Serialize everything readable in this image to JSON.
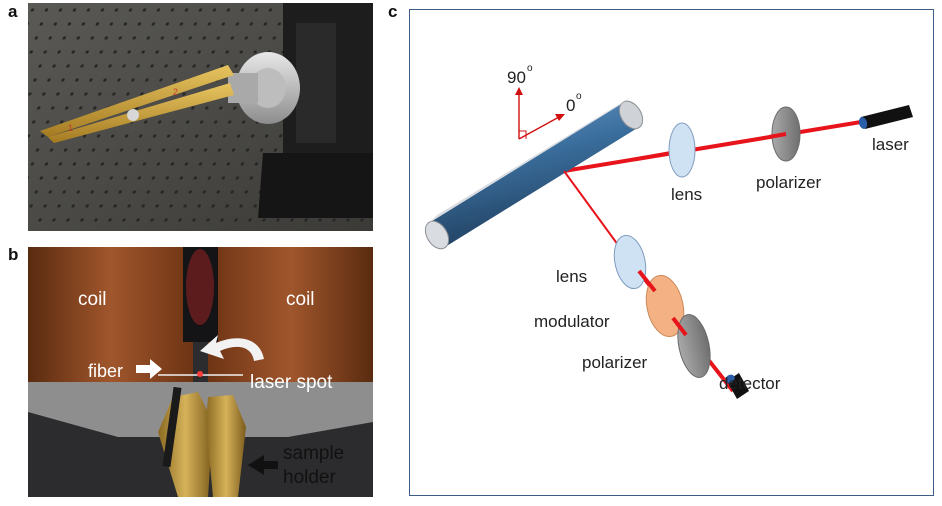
{
  "panels": {
    "a": {
      "letter": "a"
    },
    "b": {
      "letter": "b",
      "labels": {
        "coil_left": "coil",
        "coil_right": "coil",
        "fiber": "fiber",
        "laser_spot": "laser spot",
        "sample_holder_line1": "sample",
        "sample_holder_line2": "holder"
      }
    },
    "c": {
      "letter": "c",
      "labels": {
        "angle_90": "90",
        "angle_0": "0",
        "degree_mark": "o",
        "lens_top": "lens",
        "polarizer_top": "polarizer",
        "laser": "laser",
        "lens_bottom": "lens",
        "modulator": "modulator",
        "polarizer_bottom": "polarizer",
        "detector": "detector"
      }
    }
  },
  "colors": {
    "beam": "#e8141c",
    "fiber_body": "#3b6f9e",
    "lens": "#cfe2f3",
    "polarizer": "#8c8c8c",
    "modulator": "#f4b183",
    "frame": "#3d5c86"
  }
}
